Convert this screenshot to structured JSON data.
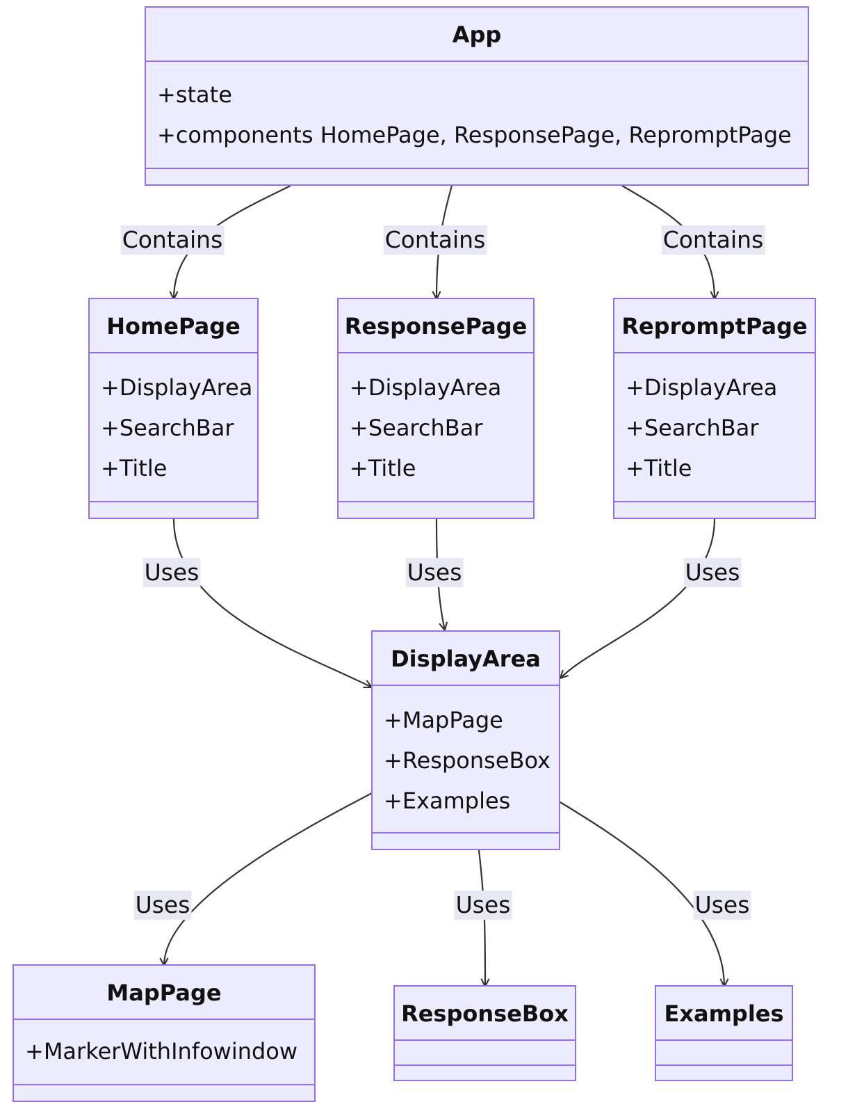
{
  "classes": {
    "app": {
      "name": "App",
      "attributes": [
        "+state",
        "+components HomePage, ResponsePage, RepromptPage"
      ]
    },
    "homepage": {
      "name": "HomePage",
      "attributes": [
        "+DisplayArea",
        "+SearchBar",
        "+Title"
      ]
    },
    "responsepage": {
      "name": "ResponsePage",
      "attributes": [
        "+DisplayArea",
        "+SearchBar",
        "+Title"
      ]
    },
    "repromptpage": {
      "name": "RepromptPage",
      "attributes": [
        "+DisplayArea",
        "+SearchBar",
        "+Title"
      ]
    },
    "displayarea": {
      "name": "DisplayArea",
      "attributes": [
        "+MapPage",
        "+ResponseBox",
        "+Examples"
      ]
    },
    "mappage": {
      "name": "MapPage",
      "attributes": [
        "+MarkerWithInfowindow"
      ]
    },
    "responsebox": {
      "name": "ResponseBox",
      "attributes": []
    },
    "examples": {
      "name": "Examples",
      "attributes": []
    }
  },
  "relations": [
    {
      "from": "App",
      "to": "HomePage",
      "label": "Contains"
    },
    {
      "from": "App",
      "to": "ResponsePage",
      "label": "Contains"
    },
    {
      "from": "App",
      "to": "RepromptPage",
      "label": "Contains"
    },
    {
      "from": "HomePage",
      "to": "DisplayArea",
      "label": "Uses"
    },
    {
      "from": "ResponsePage",
      "to": "DisplayArea",
      "label": "Uses"
    },
    {
      "from": "RepromptPage",
      "to": "DisplayArea",
      "label": "Uses"
    },
    {
      "from": "DisplayArea",
      "to": "MapPage",
      "label": "Uses"
    },
    {
      "from": "DisplayArea",
      "to": "ResponseBox",
      "label": "Uses"
    },
    {
      "from": "DisplayArea",
      "to": "Examples",
      "label": "Uses"
    }
  ],
  "colors": {
    "node_fill": "#ececfe",
    "node_border": "#9370db",
    "edge": "#333333",
    "edge_label_bg": "#e8e8f4"
  }
}
